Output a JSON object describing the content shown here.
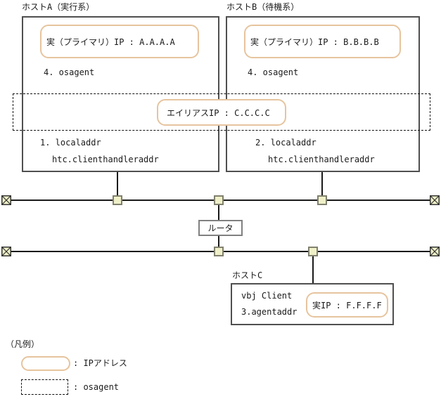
{
  "host_a": {
    "label": "ホストA（実行系）",
    "primary_ip": "実（プライマリ）IP : A.A.A.A",
    "osagent": "4. osagent",
    "localaddr": "1. localaddr",
    "clienthandleraddr": "htc.clienthandleraddr"
  },
  "host_b": {
    "label": "ホストB（待機系）",
    "primary_ip": "実（プライマリ）IP : B.B.B.B",
    "osagent": "4. osagent",
    "localaddr": "2. localaddr",
    "clienthandleraddr": "htc.clienthandleraddr"
  },
  "alias": {
    "label": "エイリアスIP : C.C.C.C"
  },
  "router": {
    "label": "ルータ"
  },
  "host_c": {
    "label": "ホストC",
    "client": "vbj Client",
    "agentaddr": "3.agentaddr",
    "real_ip": "実IP : F.F.F.F"
  },
  "legend": {
    "title": "（凡例）",
    "ip_label": ": IPアドレス",
    "osagent_label": ": osagent"
  },
  "colors": {
    "ip_box_border": "#e6c49e",
    "connector_fill": "#eff0c8",
    "connector_border": "#80806e",
    "host_box_border": "#4f4f4f",
    "line": "#1a1a1a"
  }
}
